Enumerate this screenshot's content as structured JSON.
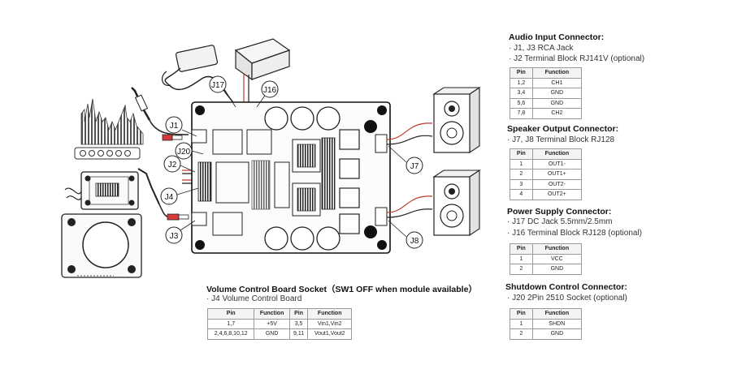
{
  "diagram": {
    "labels": {
      "j1": "J1",
      "j2": "J2",
      "j3": "J3",
      "j4": "J4",
      "j7": "J7",
      "j8": "J8",
      "j16": "J16",
      "j17": "J17",
      "j20": "J20"
    }
  },
  "audio_input": {
    "title": "Audio Input Connector:",
    "lines": [
      "· J1, J3 RCA Jack",
      "· J2 Terminal Block RJ141V (optional)"
    ],
    "table": {
      "headers": [
        "Pin",
        "Function"
      ],
      "rows": [
        [
          "1,2",
          "CH1"
        ],
        [
          "3,4",
          "GND"
        ],
        [
          "5,6",
          "GND"
        ],
        [
          "7,8",
          "CH2"
        ]
      ]
    }
  },
  "speaker_output": {
    "title": "Speaker Output Connector:",
    "lines": [
      "· J7, J8 Terminal Block RJ128"
    ],
    "table": {
      "headers": [
        "Pin",
        "Function"
      ],
      "rows": [
        [
          "1",
          "OUT1-"
        ],
        [
          "2",
          "OUT1+"
        ],
        [
          "3",
          "OUT2-"
        ],
        [
          "4",
          "OUT2+"
        ]
      ]
    }
  },
  "power_supply": {
    "title": "Power Supply Connector:",
    "lines": [
      "· J17 DC Jack 5.5mm/2.5mm",
      "· J16 Terminal Block RJ128 (optional)"
    ],
    "table": {
      "headers": [
        "Pin",
        "Function"
      ],
      "rows": [
        [
          "1",
          "VCC"
        ],
        [
          "2",
          "GND"
        ]
      ]
    }
  },
  "shutdown": {
    "title": "Shutdown Control Connector:",
    "lines": [
      "· J20 2Pin 2510 Socket (optional)"
    ],
    "table": {
      "headers": [
        "Pin",
        "Function"
      ],
      "rows": [
        [
          "1",
          "SHDN"
        ],
        [
          "2",
          "GND"
        ]
      ]
    }
  },
  "volume": {
    "title": "Volume Control Board Socket（SW1 OFF when module available）",
    "lines": [
      "· J4 Volume Control Board"
    ],
    "table": {
      "headers": [
        "Pin",
        "Function",
        "Pin",
        "Function"
      ],
      "rows": [
        [
          "1,7",
          "+5V",
          "3,5",
          "Vin1,Vin2"
        ],
        [
          "2,4,6,8,10,12",
          "GND",
          "9,11",
          "Vout1,Vout2"
        ]
      ]
    }
  }
}
